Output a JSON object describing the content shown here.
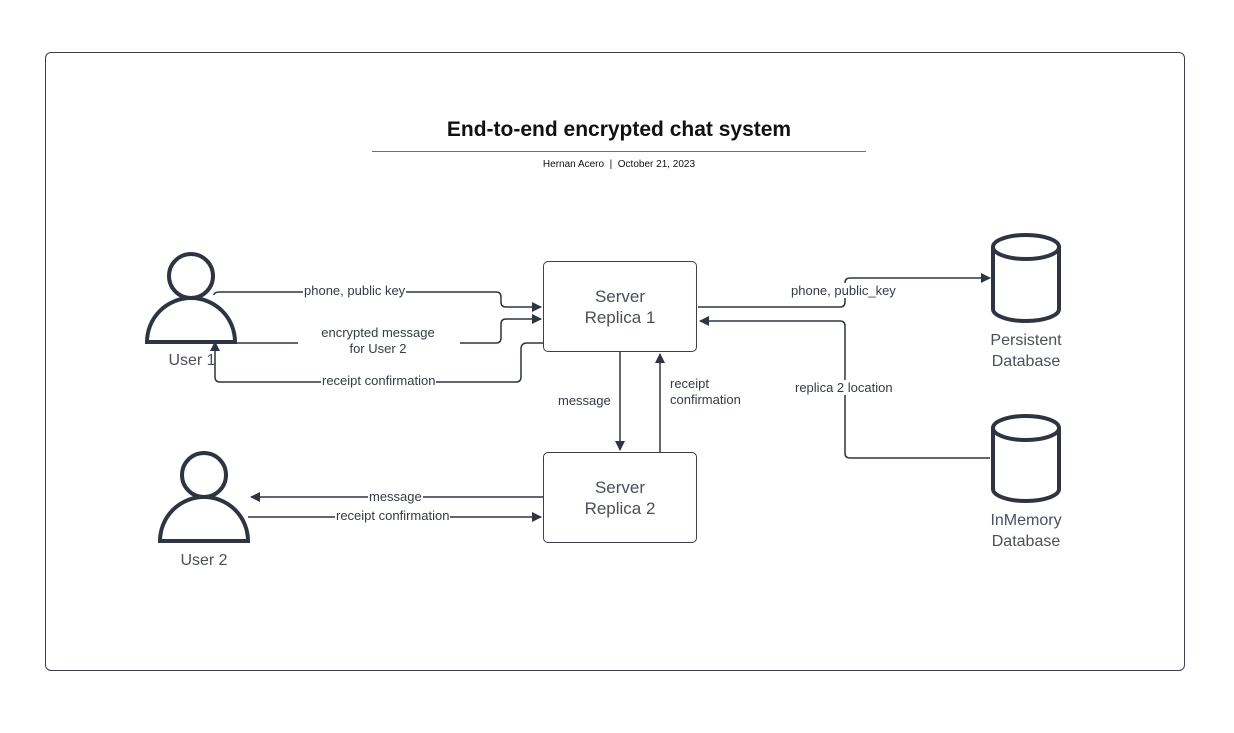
{
  "diagram": {
    "title": "End-to-end encrypted chat system",
    "subtitle": "Hernan Acero  |  October 21, 2023"
  },
  "nodes": {
    "user1": "User 1",
    "user2": "User 2",
    "replica1": "Server\nReplica 1",
    "replica2": "Server\nReplica 2",
    "persistent_db": "Persistent\nDatabase",
    "inmemory_db": "InMemory\nDatabase"
  },
  "edges": {
    "user1_to_r1_keys": "phone, public key",
    "user1_to_r1_msg": "encrypted message\nfor User 2",
    "r1_to_user1_receipt": "receipt confirmation",
    "r1_to_r2_message": "message",
    "r2_to_r1_receipt": "receipt\nconfirmation",
    "r1_to_persistent": "phone, public_key",
    "inmemory_to_r1": "replica 2 location",
    "r2_to_user2_message": "message",
    "user2_to_r2_receipt": "receipt confirmation"
  },
  "colors": {
    "stroke": "#2e3440",
    "text": "#4a4f5a"
  }
}
